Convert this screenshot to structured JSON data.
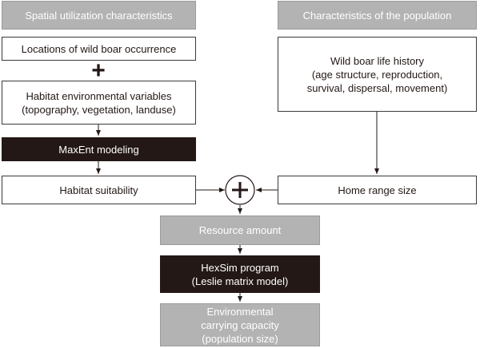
{
  "left_header": "Spatial utilization characteristics",
  "right_header": "Characteristics of the population",
  "locations": "Locations of wild boar occurrence",
  "plus": "+",
  "habitat_vars": [
    "Habitat environmental variables",
    "(topography, vegetation, landuse)"
  ],
  "maxent": "MaxEnt modeling",
  "habitat_suitability": "Habitat suitability",
  "life_history": [
    "Wild boar life history",
    "(age structure, reproduction,",
    "survival, dispersal, movement)"
  ],
  "home_range": "Home range size",
  "resource": "Resource amount",
  "hexsim": [
    "HexSim program",
    "(Leslie matrix model)"
  ],
  "capacity": [
    "Environmental",
    "carrying capacity",
    "(population size)"
  ],
  "colors": {
    "gray": "#b3b3b3",
    "dark": "#231815",
    "line": "#231815"
  }
}
